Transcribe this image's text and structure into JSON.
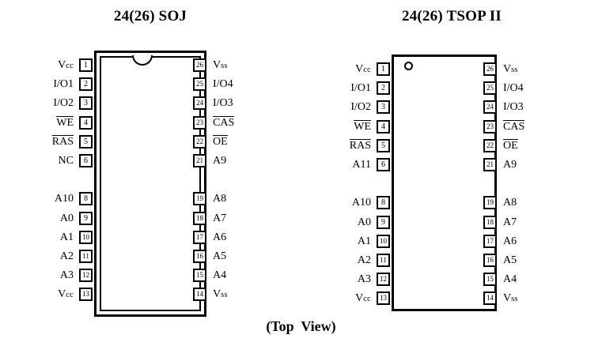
{
  "caption": "(Top  View)",
  "packages": [
    {
      "id": "soj",
      "title": "24(26) SOJ",
      "marker": "notch",
      "left_pins": [
        {
          "num": "1",
          "label": "Vcc",
          "style": "sub"
        },
        {
          "num": "2",
          "label": "I/O1",
          "style": "plain"
        },
        {
          "num": "3",
          "label": "I/O2",
          "style": "plain"
        },
        {
          "num": "4",
          "label": "WE",
          "style": "overbar"
        },
        {
          "num": "5",
          "label": "RAS",
          "style": "overbar"
        },
        {
          "num": "6",
          "label": "NC",
          "style": "plain"
        },
        {
          "num": "",
          "label": "",
          "style": "blank"
        },
        {
          "num": "8",
          "label": "A10",
          "style": "plain"
        },
        {
          "num": "9",
          "label": "A0",
          "style": "plain"
        },
        {
          "num": "10",
          "label": "A1",
          "style": "plain"
        },
        {
          "num": "11",
          "label": "A2",
          "style": "plain"
        },
        {
          "num": "12",
          "label": "A3",
          "style": "plain"
        },
        {
          "num": "13",
          "label": "Vcc",
          "style": "sub"
        }
      ],
      "right_pins": [
        {
          "num": "26",
          "label": "Vss",
          "style": "sub"
        },
        {
          "num": "25",
          "label": "I/O4",
          "style": "plain"
        },
        {
          "num": "24",
          "label": "I/O3",
          "style": "plain"
        },
        {
          "num": "23",
          "label": "CAS",
          "style": "overbar"
        },
        {
          "num": "22",
          "label": "OE",
          "style": "overbar"
        },
        {
          "num": "21",
          "label": "A9",
          "style": "plain"
        },
        {
          "num": "",
          "label": "",
          "style": "blank"
        },
        {
          "num": "19",
          "label": "A8",
          "style": "plain"
        },
        {
          "num": "18",
          "label": "A7",
          "style": "plain"
        },
        {
          "num": "17",
          "label": "A6",
          "style": "plain"
        },
        {
          "num": "16",
          "label": "A5",
          "style": "plain"
        },
        {
          "num": "15",
          "label": "A4",
          "style": "plain"
        },
        {
          "num": "14",
          "label": "Vss",
          "style": "sub"
        }
      ]
    },
    {
      "id": "tsop",
      "title": "24(26) TSOP II",
      "marker": "dot",
      "left_pins": [
        {
          "num": "1",
          "label": "Vcc",
          "style": "sub"
        },
        {
          "num": "2",
          "label": "I/O1",
          "style": "plain"
        },
        {
          "num": "3",
          "label": "I/O2",
          "style": "plain"
        },
        {
          "num": "4",
          "label": "WE",
          "style": "overbar"
        },
        {
          "num": "5",
          "label": "RAS",
          "style": "overbar"
        },
        {
          "num": "6",
          "label": "A11",
          "style": "plain"
        },
        {
          "num": "",
          "label": "",
          "style": "blank"
        },
        {
          "num": "8",
          "label": "A10",
          "style": "plain"
        },
        {
          "num": "9",
          "label": "A0",
          "style": "plain"
        },
        {
          "num": "10",
          "label": "A1",
          "style": "plain"
        },
        {
          "num": "11",
          "label": "A2",
          "style": "plain"
        },
        {
          "num": "12",
          "label": "A3",
          "style": "plain"
        },
        {
          "num": "13",
          "label": "Vcc",
          "style": "sub"
        }
      ],
      "right_pins": [
        {
          "num": "26",
          "label": "Vss",
          "style": "sub"
        },
        {
          "num": "25",
          "label": "I/O4",
          "style": "plain"
        },
        {
          "num": "24",
          "label": "I/O3",
          "style": "plain"
        },
        {
          "num": "23",
          "label": "CAS",
          "style": "overbar"
        },
        {
          "num": "22",
          "label": "OE",
          "style": "overbar"
        },
        {
          "num": "21",
          "label": "A9",
          "style": "plain"
        },
        {
          "num": "",
          "label": "",
          "style": "blank"
        },
        {
          "num": "19",
          "label": "A8",
          "style": "plain"
        },
        {
          "num": "18",
          "label": "A7",
          "style": "plain"
        },
        {
          "num": "17",
          "label": "A6",
          "style": "plain"
        },
        {
          "num": "16",
          "label": "A5",
          "style": "plain"
        },
        {
          "num": "15",
          "label": "A4",
          "style": "plain"
        },
        {
          "num": "14",
          "label": "Vss",
          "style": "sub"
        }
      ]
    }
  ]
}
